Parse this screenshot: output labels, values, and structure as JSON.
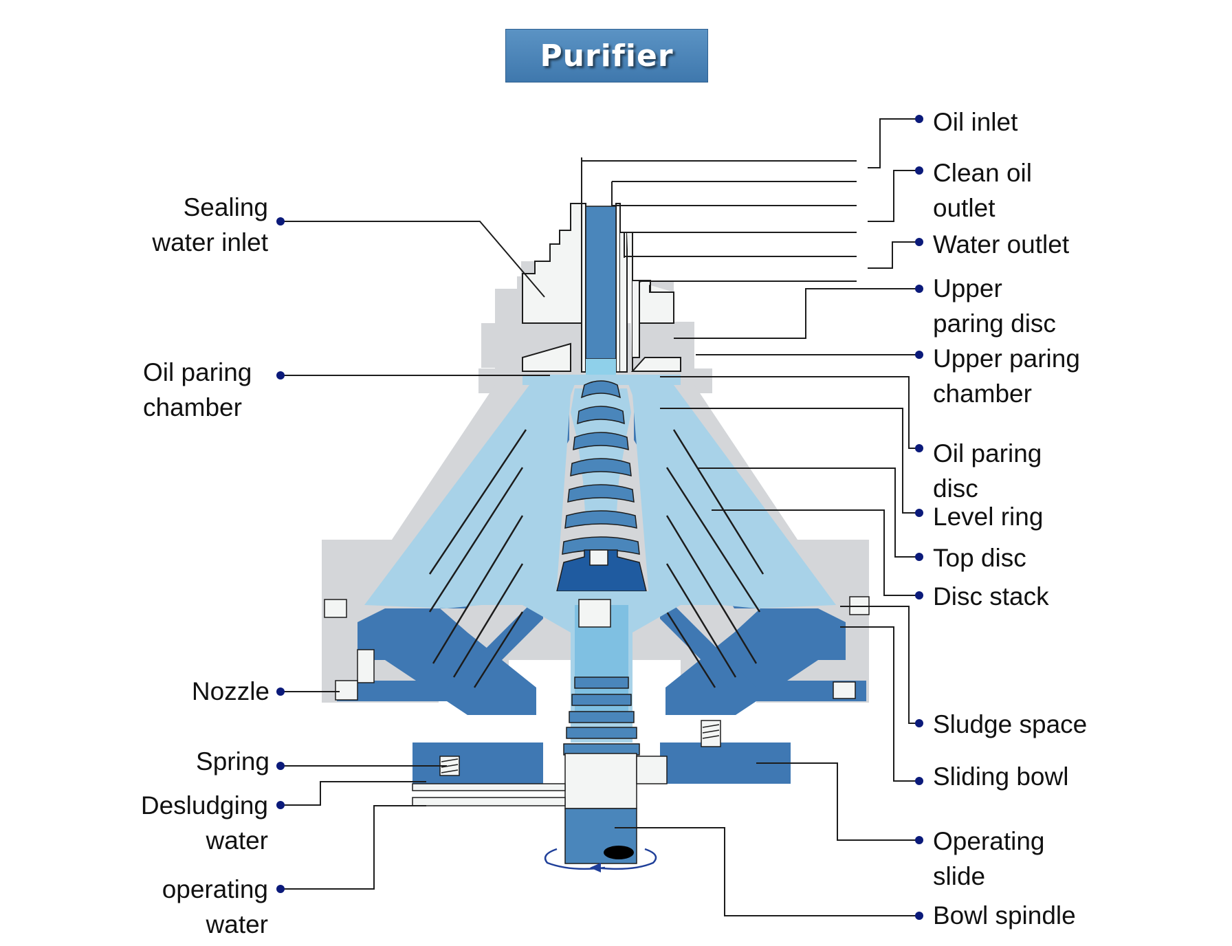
{
  "title": "Purifier",
  "colors": {
    "title_bg": "#4a86bb",
    "housing_gray": "#d4d6d9",
    "bowl_dark_blue": "#3f78b3",
    "liquid_light_blue": "#a8d2e8",
    "liquid_mid_blue": "#7fc0e2",
    "pipe_white": "#f3f5f4",
    "leader_dot": "#0b1a7a"
  },
  "labels_left": [
    {
      "id": "sealing-water-inlet",
      "lines": [
        "Sealing",
        "water inlet"
      ]
    },
    {
      "id": "oil-paring-chamber",
      "lines": [
        "Oil paring",
        "chamber"
      ]
    },
    {
      "id": "nozzle",
      "lines": [
        "Nozzle"
      ]
    },
    {
      "id": "spring",
      "lines": [
        "Spring"
      ]
    },
    {
      "id": "desludging-water",
      "lines": [
        "Desludging",
        "water"
      ]
    },
    {
      "id": "operating-water",
      "lines": [
        "operating",
        "water"
      ]
    }
  ],
  "labels_right": [
    {
      "id": "oil-inlet",
      "lines": [
        "Oil inlet"
      ]
    },
    {
      "id": "clean-oil-outlet",
      "lines": [
        "Clean oil",
        "outlet"
      ]
    },
    {
      "id": "water-outlet",
      "lines": [
        "Water outlet"
      ]
    },
    {
      "id": "upper-paring-disc",
      "lines": [
        "Upper",
        "paring disc"
      ]
    },
    {
      "id": "upper-paring-chamber",
      "lines": [
        "Upper paring",
        "chamber"
      ]
    },
    {
      "id": "oil-paring-disc",
      "lines": [
        "Oil paring",
        "disc"
      ]
    },
    {
      "id": "level-ring",
      "lines": [
        "Level ring"
      ]
    },
    {
      "id": "top-disc",
      "lines": [
        "Top disc"
      ]
    },
    {
      "id": "disc-stack",
      "lines": [
        "Disc stack"
      ]
    },
    {
      "id": "sludge-space",
      "lines": [
        "Sludge space"
      ]
    },
    {
      "id": "sliding-bowl",
      "lines": [
        "Sliding bowl"
      ]
    },
    {
      "id": "operating-slide",
      "lines": [
        "Operating",
        "slide"
      ]
    },
    {
      "id": "bowl-spindle",
      "lines": [
        "Bowl spindle"
      ]
    }
  ]
}
